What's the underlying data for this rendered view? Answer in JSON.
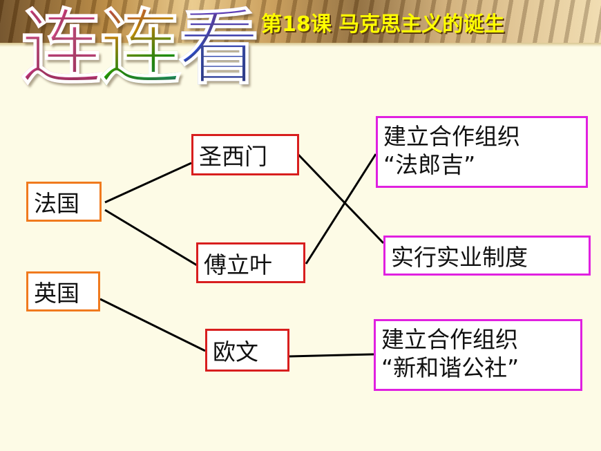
{
  "header": {
    "lesson_title": "第18课  马克思主义的诞生",
    "big_title": [
      "连",
      "连",
      "看"
    ]
  },
  "countries": [
    {
      "label": "法国"
    },
    {
      "label": "英国"
    }
  ],
  "people": [
    {
      "label": "圣西门"
    },
    {
      "label": "傅立叶"
    },
    {
      "label": "欧文"
    }
  ],
  "actions": [
    {
      "line1": "建立合作组织",
      "line2": "“法郎吉”"
    },
    {
      "line1": "实行实业制度"
    },
    {
      "line1": "建立合作组织",
      "line2": "“新和谐公社”"
    }
  ],
  "colors": {
    "country_border": "#f07a1e",
    "person_border": "#d81e1e",
    "action_border": "#e020e0",
    "lesson_title": "#ffff00"
  }
}
